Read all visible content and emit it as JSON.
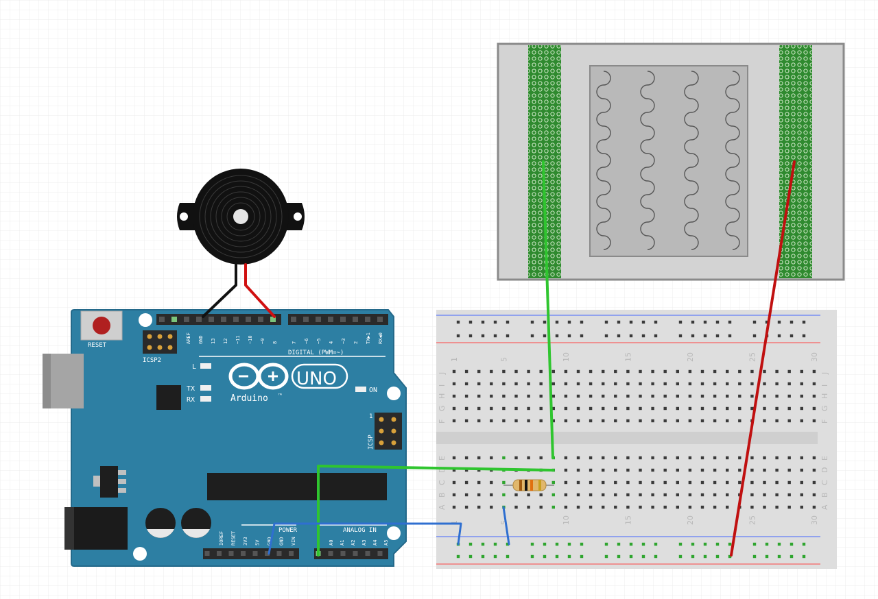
{
  "arduino": {
    "brand": "Arduino",
    "model": "UNO",
    "trademark": "™",
    "reset_label": "RESET",
    "icsp2_label": "ICSP2",
    "icsp_label": "ICSP",
    "icsp_pin1": "1",
    "led_l": "L",
    "led_tx": "TX",
    "led_rx": "RX",
    "led_on": "ON",
    "digital_header": "DIGITAL (PWM=~)",
    "analog_header": "ANALOG IN",
    "power_header": "POWER",
    "digital_pins": [
      "AREF",
      "GND",
      "13",
      "12",
      "~11",
      "~10",
      "~9",
      "8",
      "7",
      "~6",
      "~5",
      "4",
      "~3",
      "2",
      "TX▶1",
      "RX◀0"
    ],
    "power_pins": [
      "IOREF",
      "RESET",
      "3V3",
      "5V",
      "GND",
      "GND",
      "VIN"
    ],
    "analog_pins": [
      "A0",
      "A1",
      "A2",
      "A3",
      "A4",
      "A5"
    ]
  },
  "breadboard": {
    "column_numbers": [
      "1",
      "5",
      "10",
      "15",
      "20",
      "25",
      "30"
    ],
    "rows_top": [
      "J",
      "I",
      "H",
      "G",
      "F"
    ],
    "rows_bottom": [
      "E",
      "D",
      "C",
      "B",
      "A"
    ]
  },
  "colors": {
    "board": "#2d7fa3",
    "wire_green": "#2fc52f",
    "wire_red": "#c01010",
    "wire_blue": "#2f6fd0",
    "wire_black": "#111111",
    "breadboard": "#d9d9d9",
    "sensor_strip": "#2f8a2f"
  },
  "icons": [
    "piezo-buzzer-icon",
    "resistor-icon",
    "flex-sensor-icon",
    "usb-port-icon",
    "dc-jack-icon"
  ]
}
